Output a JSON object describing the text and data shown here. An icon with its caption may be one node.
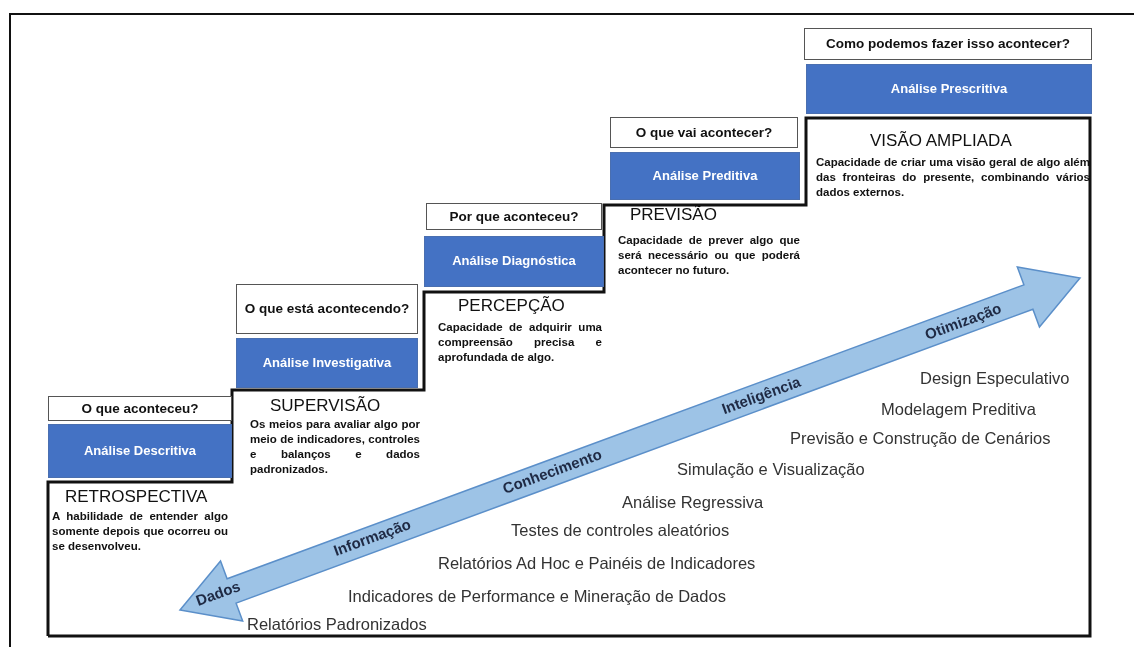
{
  "diagram": {
    "nodes": [
      {
        "text": [
          "O que aconteceu?"
        ]
      },
      {
        "text": [
          "Análise Descritiva"
        ]
      },
      {
        "text": [
          "O que está acontecendo?"
        ]
      },
      {
        "text": [
          "Análise Investigativa"
        ]
      },
      {
        "text": [
          "Por que aconteceu?"
        ]
      },
      {
        "text": [
          "Análise Diagnóstica"
        ]
      },
      {
        "text": [
          "O que vai acontecer?"
        ]
      },
      {
        "text": [
          "Análise Preditiva"
        ]
      },
      {
        "text": [
          "Como podemos fazer isso acontecer?"
        ]
      },
      {
        "text": [
          "Análise Prescritiva"
        ]
      }
    ],
    "labels": [
      "RETROSPECTIVA",
      "A habilidade de entender algo somente depois que ocorreu ou se desenvolveu.",
      "SUPERVISÃO",
      "Os meios para avaliar algo por meio de indicadores, controles e balanços e dados padronizados.",
      "PERCEPÇÃO",
      "Capacidade de adquirir uma compreensão precisa e aprofundada de algo.",
      "PREVISÃO",
      "Capacidade de prever algo que será necessário ou que poderá acontecer no futuro.",
      "VISÃO AMPLIADA",
      "Capacidade de criar uma visão geral de algo além das fronteiras do presente, combinando vários dados externos.",
      "Otimização",
      "Inteligência",
      "Conhecimento",
      "Informação",
      "Dados",
      "Design Especulativo",
      "Modelagem Preditiva",
      "Previsão e Construção de Cenários",
      "Simulação e Visualização",
      "Análise Regressiva",
      "Testes de controles aleatórios",
      "Relatórios Ad Hoc e Painéis de Indicadores",
      "Indicadores de Performance e Mineração de Dados",
      "Relatórios Padronizados"
    ]
  }
}
